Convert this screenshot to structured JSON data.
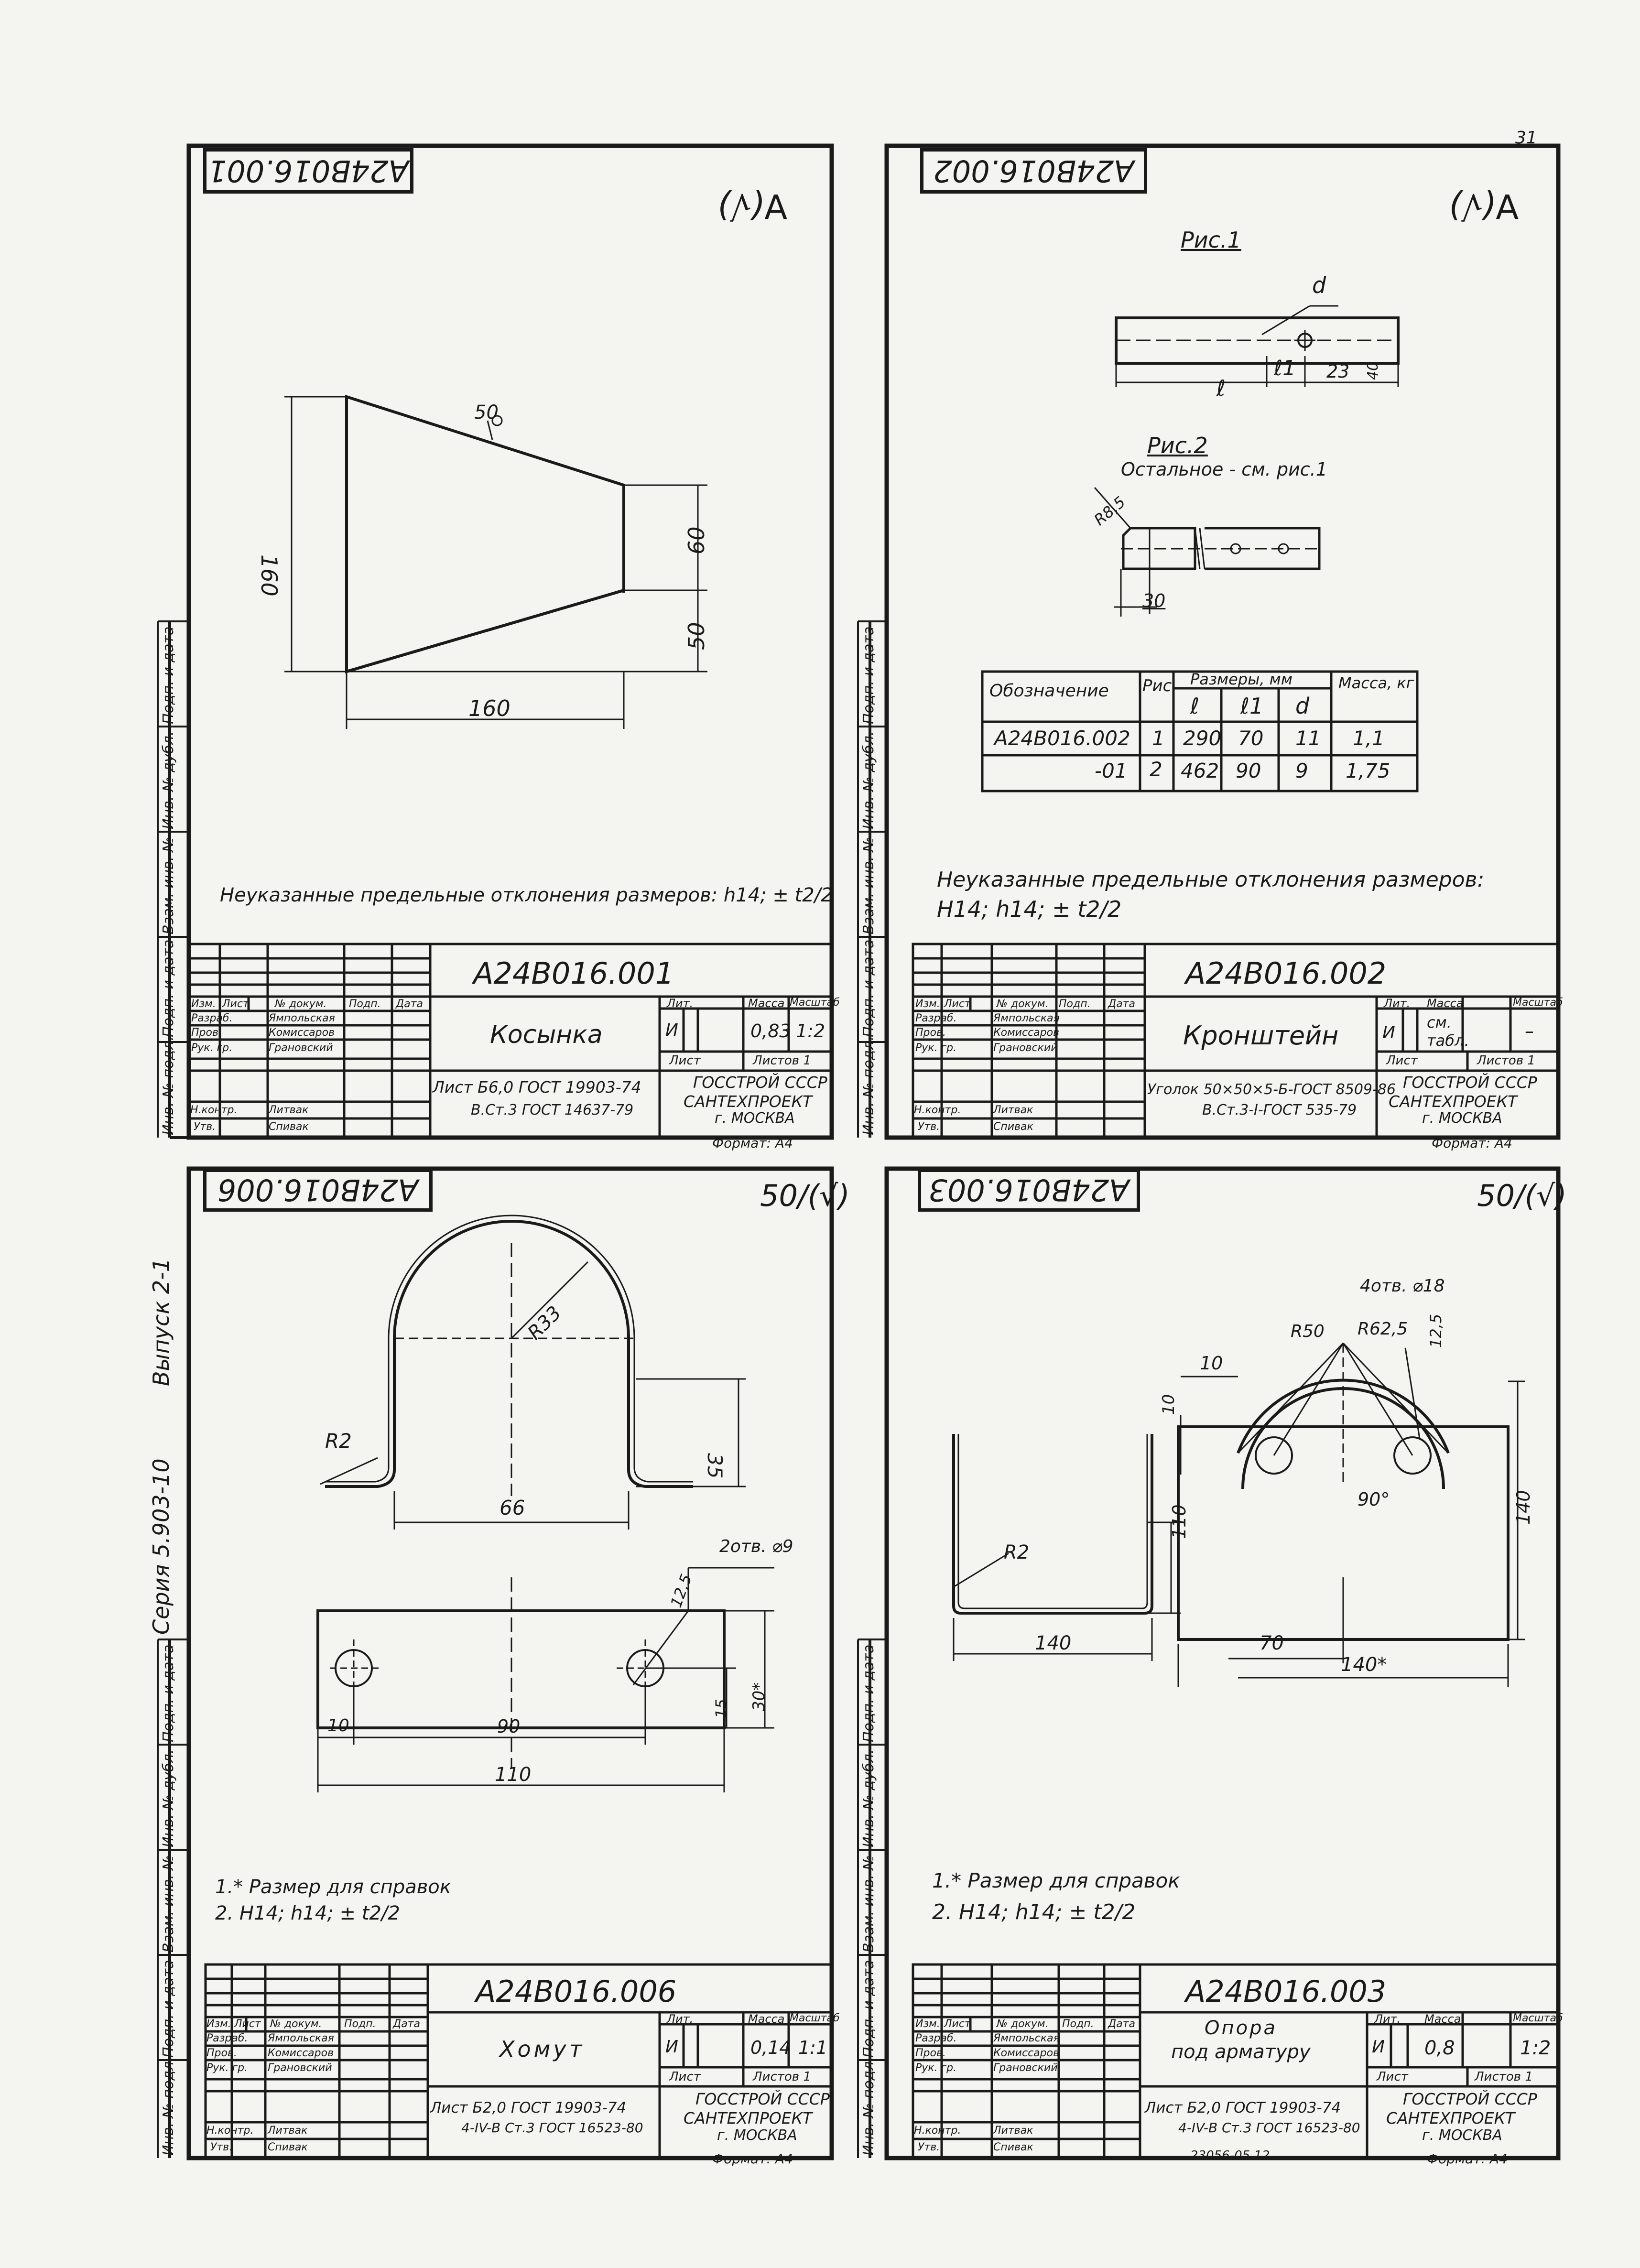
{
  "page_number": "31",
  "sheet_001": {
    "code_top": "А24В016.001",
    "roughness": "∀(√)",
    "dims": {
      "h_left": "160",
      "roughness_edge": "50",
      "h_top": "60",
      "h_bottom": "50",
      "w_bottom": "160"
    },
    "note": "Неуказанные предельные отклонения размеров: h14; ± t2/2",
    "code": "А24В016.001",
    "name": "Косынка",
    "lit": "И",
    "mass": "0,83",
    "scale": "1:2",
    "sheet": "Лист",
    "sheets": "Листов 1",
    "material_1": "Лист Б6,0 ГОСТ 19903-74",
    "material_2": "В.Ст.3 ГОСТ 14637-79",
    "org_1": "ГОССТРОЙ СССР",
    "org_2": "САНТЕХПРОЕКТ",
    "org_3": "г. МОСКВА",
    "format": "Формат: А4"
  },
  "sheet_002": {
    "code_top": "А24В016.002",
    "roughness": "∀(√)",
    "fig1": "Рис.1",
    "fig2": "Рис.2",
    "fig2_note": "Остальное - см. рис.1",
    "dims": {
      "d": "d",
      "l": "ℓ",
      "l1": "ℓ1",
      "d23": "23",
      "d40": "40",
      "r": "R8,5",
      "d30": "30"
    },
    "table": {
      "headers": [
        "Обозначение",
        "Рис.",
        "Размеры, мм",
        "Масса, кг"
      ],
      "subheaders": [
        "ℓ",
        "ℓ1",
        "d"
      ],
      "rows": [
        [
          "А24В016.002",
          "1",
          "290",
          "70",
          "11",
          "1,1"
        ],
        [
          "-01",
          "2",
          "462",
          "90",
          "9",
          "1,75"
        ]
      ]
    },
    "note_1": "Неуказанные предельные отклонения размеров:",
    "note_2": "Н14; h14; ± t2/2",
    "code": "А24В016.002",
    "name": "Кронштейн",
    "lit": "И",
    "mass": "см. табл.",
    "scale": "–",
    "sheet": "Лист",
    "sheets": "Листов 1",
    "material_1": "Уголок 50×50×5-Б-ГОСТ 8509-86",
    "material_2": "В.Ст.3-I-ГОСТ 535-79",
    "org_1": "ГОССТРОЙ СССР",
    "org_2": "САНТЕХПРОЕКТ",
    "org_3": "г. МОСКВА",
    "format": "Формат: А4"
  },
  "sheet_006": {
    "code_top": "А24В016.006",
    "roughness": "50/(√)",
    "dims": {
      "r33": "R33",
      "r2": "R2",
      "d35": "35",
      "d66": "66",
      "holes": "2отв. ⌀9",
      "d12": "12,5",
      "d15": "15",
      "d30": "30*",
      "d10": "10",
      "d90": "90",
      "d110": "110"
    },
    "note_1": "1.* Размер для справок",
    "note_2": "2. Н14; h14; ± t2/2",
    "code": "А24В016.006",
    "name": "Хомут",
    "lit": "И",
    "mass": "0,14",
    "scale": "1:1",
    "sheet": "Лист",
    "sheets": "Листов 1",
    "material_1": "Лист Б2,0 ГОСТ 19903-74",
    "material_2": "4-IV-В Ст.3 ГОСТ 16523-80",
    "org_1": "ГОССТРОЙ СССР",
    "org_2": "САНТЕХПРОЕКТ",
    "org_3": "г. МОСКВА",
    "format": "Формат: А4"
  },
  "sheet_003": {
    "code_top": "А24В016.003",
    "roughness": "50/(√)",
    "dims": {
      "holes": "4отв. ⌀18",
      "r50": "R50",
      "r62": "R62,5",
      "d12": "12,5",
      "d10a": "10",
      "d10b": "10",
      "d110": "110",
      "r2": "R2",
      "d140": "140",
      "angle": "90°",
      "d140v": "140",
      "d70": "70",
      "d140s": "140*"
    },
    "note_1": "1.* Размер для справок",
    "note_2": "2. Н14; h14; ± t2/2",
    "code": "А24В016.003",
    "name_1": "Опора",
    "name_2": "под арматуру",
    "lit": "И",
    "mass": "0,8",
    "scale": "1:2",
    "sheet": "Лист",
    "sheets": "Листов 1",
    "material_1": "Лист Б2,0 ГОСТ 19903-74",
    "material_2": "4-IV-В Ст.3 ГОСТ 16523-80",
    "org_1": "ГОССТРОЙ СССР",
    "org_2": "САНТЕХПРОЕКТ",
    "org_3": "г. МОСКВА",
    "format": "Формат: А4",
    "stamp": "23056-05   12"
  },
  "common": {
    "col_headers": [
      "Изм.",
      "Лист",
      "№ докум.",
      "Подп.",
      "Дата"
    ],
    "col_lit": "Лит.",
    "col_mass": "Масса",
    "col_scale": "Масштаб",
    "rows": [
      {
        "role": "Разраб.",
        "name": "Ямпольская"
      },
      {
        "role": "Пров.",
        "name": "Комиссаров"
      },
      {
        "role": "Рук. гр.",
        "name": "Грановский"
      },
      {
        "role": "",
        "name": ""
      },
      {
        "role": "Н.контр.",
        "name": "Литвак"
      },
      {
        "role": "Утв.",
        "name": "Спивак"
      }
    ],
    "margin_labels": [
      "Инв. № подл.",
      "Подп. и дата",
      "Взам. инв. №",
      "Инв. № дубл.",
      "Подп. и дата"
    ],
    "series": "Серия 5.903-10",
    "issue": "Выпуск 2-1"
  }
}
